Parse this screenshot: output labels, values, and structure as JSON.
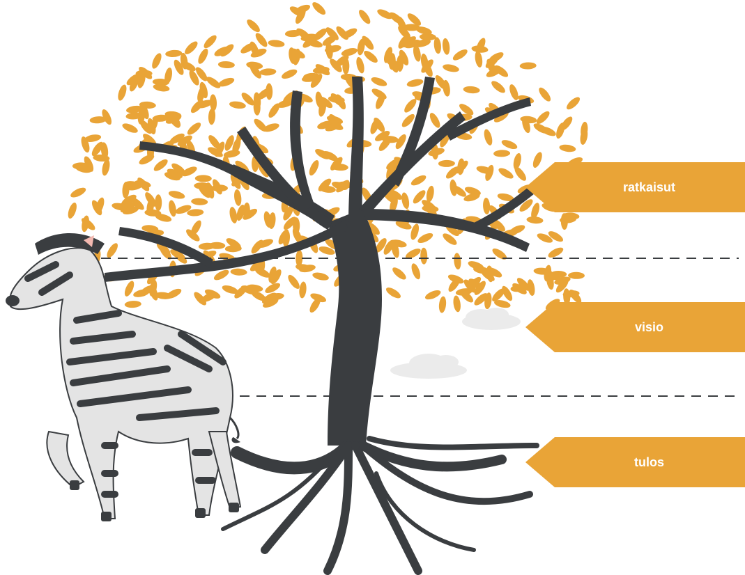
{
  "labels": {
    "top": "ratkaisut",
    "middle": "visio",
    "bottom": "tulos"
  },
  "colors": {
    "label_bg": "#E9A437",
    "leaf": "#E9A437",
    "trunk": "#3A3D40",
    "dashed_line": "#3A3D40",
    "cloud": "#EBEBEB"
  }
}
